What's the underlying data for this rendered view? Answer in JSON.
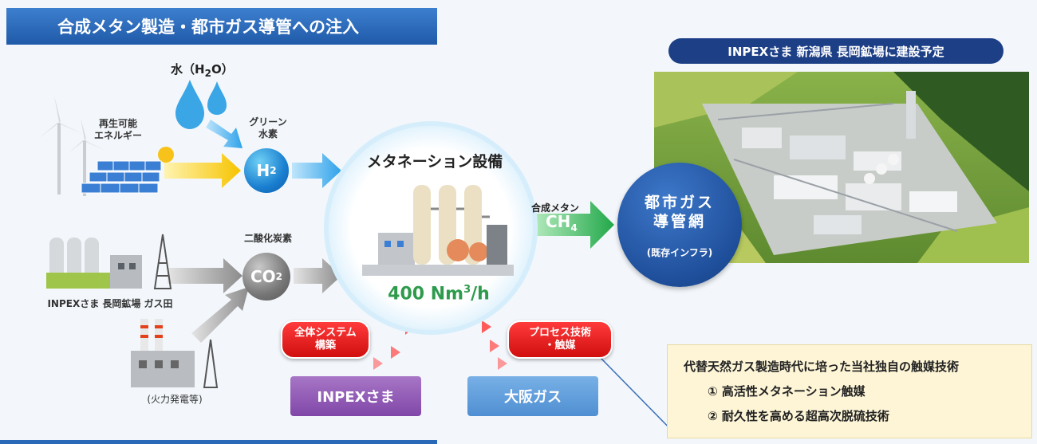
{
  "banner": {
    "title": "合成メタン製造・都市ガス導管への注入"
  },
  "site": {
    "caption": "INPEXさま 新潟県 長岡鉱場に建設予定"
  },
  "inputs": {
    "water_label": "水",
    "water_formula_open": "（H",
    "water_formula_sub": "2",
    "water_formula_close": "O）",
    "renewable_line1": "再生可能",
    "renewable_line2": "エネルギー",
    "green_h2_line1": "グリーン",
    "green_h2_line2": "水素",
    "h2_symbol": "H",
    "h2_sub": "2",
    "co2_label": "二酸化炭素",
    "co2_symbol": "CO",
    "co2_sub": "2",
    "gasfield_label": "INPEXさま 長岡鉱場 ガス田",
    "thermal_label": "(火力発電等)"
  },
  "methanation": {
    "title": "メタネーション設備",
    "capacity_prefix": "400 Nm",
    "capacity_sup": "3",
    "capacity_suffix": "/h"
  },
  "output": {
    "synthetic_label": "合成メタン",
    "ch4_symbol": "CH",
    "ch4_sub": "4",
    "grid_line1": "都市ガス",
    "grid_line2": "導管網",
    "grid_sub": "(既存インフラ)"
  },
  "roles": {
    "system_line1": "全体システム",
    "system_line2": "構築",
    "process_line1": "プロセス技術",
    "process_line2": "・触媒",
    "inpex": "INPEXさま",
    "osaka": "大阪ガス"
  },
  "tech": {
    "title": "代替天然ガス製造時代に培った当社独自の触媒技術",
    "item1": "① 高活性メタネーション触媒",
    "item2": "② 耐久性を高める超高次脱硫技術"
  },
  "colors": {
    "banner": "#2a69b8",
    "red_pill": "#e01414",
    "inpex_purple": "#8e56b5",
    "osaka_blue": "#5b9bd9",
    "capacity_green": "#2e9b4c",
    "grid_navy": "#1f4f9b"
  }
}
